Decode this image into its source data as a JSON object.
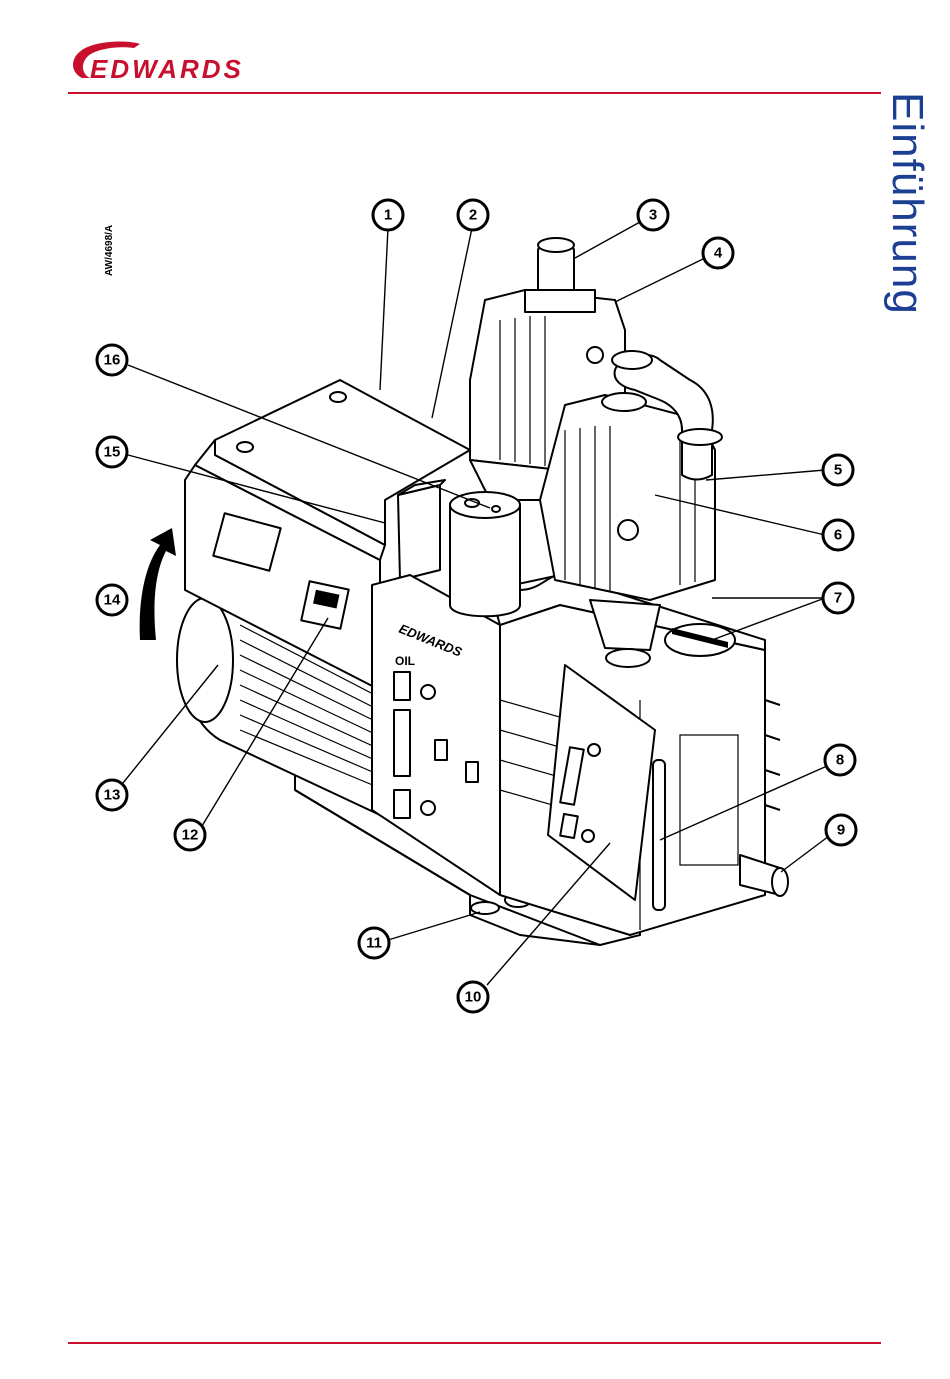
{
  "header": {
    "logo_text": "EDWARDS",
    "accent_color": "#c8102e"
  },
  "side_title": "Einführung",
  "figure": {
    "code": "AW/4698/A",
    "pump_brand": "EDWARDS",
    "panel_label": "OIL",
    "callouts": [
      "1",
      "2",
      "3",
      "4",
      "5",
      "6",
      "7",
      "8",
      "9",
      "10",
      "11",
      "12",
      "13",
      "14",
      "15",
      "16"
    ]
  },
  "colors": {
    "brand_blue": "#1c3f94",
    "rule_red": "#c8102e"
  }
}
